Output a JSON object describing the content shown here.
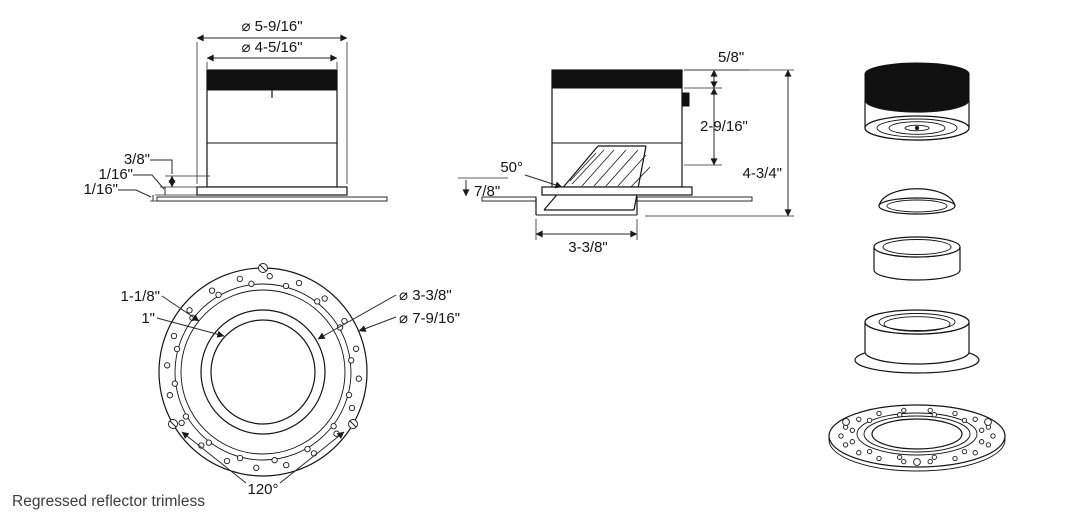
{
  "caption": "Regressed reflector trimless",
  "front_view": {
    "outer_dia": "⌀ 5-9/16\"",
    "body_dia": "⌀ 4-5/16\"",
    "flange_height": "3/8\"",
    "gap_top": "1/16\"",
    "gap_bottom": "1/16\""
  },
  "side_view": {
    "top_height": "5/8\"",
    "body_height": "2-9/16\"",
    "total_height": "4-3/4\"",
    "cone_angle": "50°",
    "regress_depth": "7/8\"",
    "aperture_width": "3-3/8\""
  },
  "plan_view": {
    "offset_a": "1-1/8\"",
    "offset_b": "1\"",
    "aperture_dia": "⌀ 3-3/8\"",
    "plate_dia": "⌀ 7-9/16\"",
    "screw_angle": "120°"
  }
}
